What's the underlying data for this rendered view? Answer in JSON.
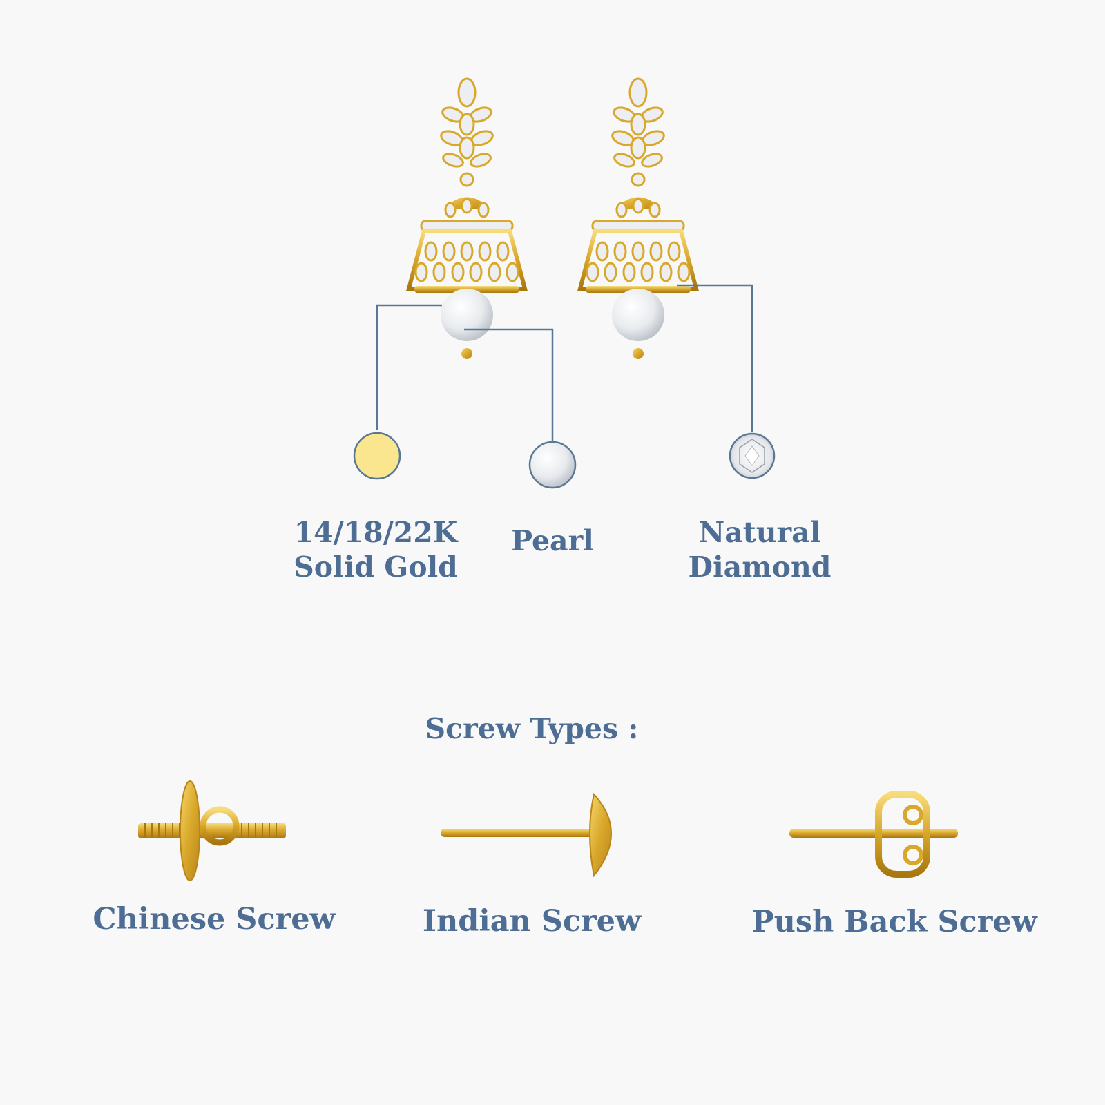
{
  "colors": {
    "background": "#f8f8f8",
    "text": "#4d6d94",
    "leader_line": "#5a7796",
    "gold": "#fbe690",
    "gold_metal": "#d9a82a",
    "pearl": "#e8ebee"
  },
  "materials": [
    {
      "id": "gold",
      "line1": "14/18/22K",
      "line2": "Solid Gold",
      "swatch": "gold-swatch"
    },
    {
      "id": "pearl",
      "line1": "Pearl",
      "swatch": "pearl-swatch"
    },
    {
      "id": "diamond",
      "line1": "Natural",
      "line2": "Diamond",
      "swatch": "diamond-swatch"
    }
  ],
  "screws": {
    "heading": "Screw Types :",
    "items": [
      {
        "id": "chinese",
        "label": "Chinese Screw",
        "icon": "chinese-screw-icon"
      },
      {
        "id": "indian",
        "label": "Indian Screw",
        "icon": "indian-screw-icon"
      },
      {
        "id": "pushback",
        "label": "Push Back Screw",
        "icon": "push-back-screw-icon"
      }
    ]
  }
}
